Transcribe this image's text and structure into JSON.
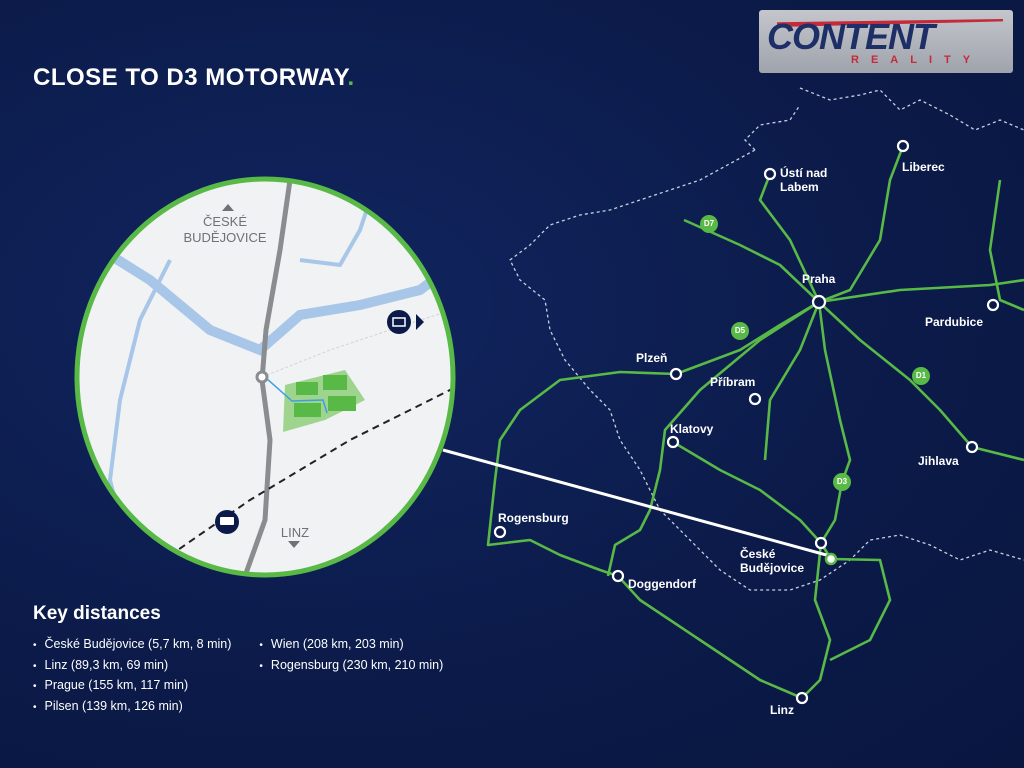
{
  "title": "CLOSE TO D3 MOTORWAY",
  "title_dot": ".",
  "logo": {
    "main": "CONTENT",
    "sub": "REALITY"
  },
  "inset": {
    "north_label": "ČESKÉ BUDĚJOVICE",
    "south_label": "LINZ",
    "icons": [
      "customs-icon",
      "train-icon"
    ]
  },
  "cities": {
    "usti": "Ústí nad Labem",
    "liberec": "Liberec",
    "praha": "Praha",
    "pardubice": "Pardubice",
    "plzen": "Plzeň",
    "pribram": "Příbram",
    "klatovy": "Klatovy",
    "jihlava": "Jihlava",
    "rogensburg": "Rogensburg",
    "doggendorf": "Doggendorf",
    "budejovice": "České Budějovice",
    "linz": "Linz"
  },
  "roads": {
    "d7": "D7",
    "d5": "D5",
    "d1": "D1",
    "d3": "D3"
  },
  "key_distances": {
    "heading": "Key distances",
    "col1": [
      "České Budějovice (5,7 km, 8 min)",
      "Linz (89,3 km, 69 min)",
      "Prague (155 km, 117 min)",
      "Pilsen (139 km, 126 min)"
    ],
    "col2": [
      "Wien (208 km, 203 min)",
      "Rogensburg (230 km, 210 min)"
    ]
  },
  "colors": {
    "background": "#0b1a48",
    "accent": "#58b947",
    "border": "#ffffff"
  }
}
